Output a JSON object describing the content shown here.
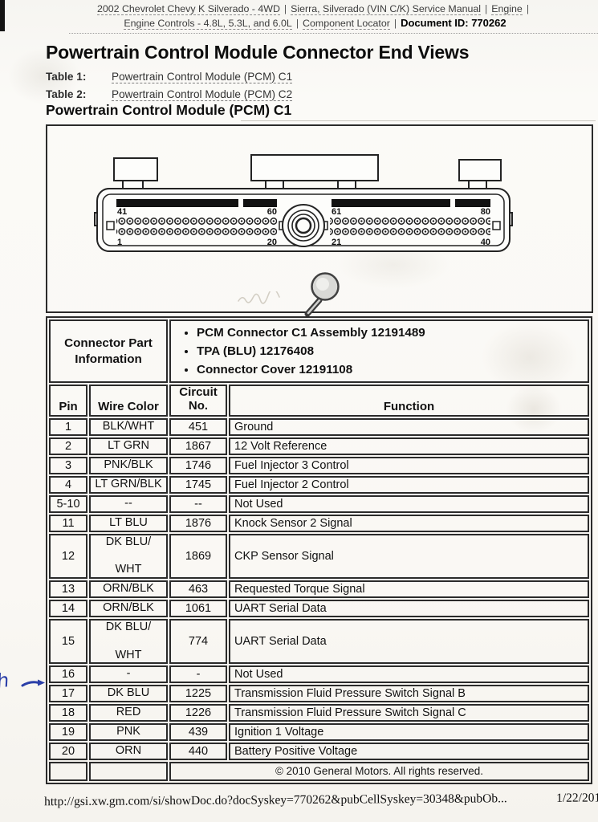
{
  "crumbs": {
    "l1a": "2002 Chevrolet Chevy K Silverado - 4WD",
    "l1b": "Sierra, Silverado (VIN C/K) Service Manual",
    "l1c": "Engine",
    "l2a": "Engine Controls - 4.8L, 5.3L, and 6.0L",
    "l2b": "Component Locator",
    "doc_id": "Document ID: 770262",
    "sep": "|"
  },
  "title": "Powertrain Control Module Connector End Views",
  "toc": {
    "t1_label": "Table 1:",
    "t1_link": "Powertrain Control Module (PCM) C1",
    "t2_label": "Table 2:",
    "t2_link": "Powertrain Control Module (PCM) C2"
  },
  "section_heading": "Powertrain Control Module (PCM) C1",
  "diagram": {
    "pin_labels": {
      "left_top_start": "41",
      "left_top_end": "60",
      "left_bottom_start": "1",
      "left_bottom_end": "20",
      "right_top_start": "61",
      "right_top_end": "80",
      "right_bottom_start": "21",
      "right_bottom_end": "40"
    }
  },
  "part_info": {
    "heading": "Connector Part\nInformation",
    "bullets": [
      "PCM Connector C1 Assembly 12191489",
      "TPA (BLU) 12176408",
      "Connector Cover 12191108"
    ]
  },
  "table": {
    "headers": {
      "pin": "Pin",
      "wire": "Wire Color",
      "circuit": "Circuit\nNo.",
      "function": "Function"
    },
    "rows": [
      {
        "pin": "1",
        "wire": "BLK/WHT",
        "circuit": "451",
        "function": "Ground"
      },
      {
        "pin": "2",
        "wire": "LT GRN",
        "circuit": "1867",
        "function": "12 Volt Reference"
      },
      {
        "pin": "3",
        "wire": "PNK/BLK",
        "circuit": "1746",
        "function": "Fuel Injector 3 Control"
      },
      {
        "pin": "4",
        "wire": "LT GRN/BLK",
        "circuit": "1745",
        "function": "Fuel Injector 2 Control"
      },
      {
        "pin": "5-10",
        "wire": "--",
        "circuit": "--",
        "function": "Not Used"
      },
      {
        "pin": "11",
        "wire": "LT BLU",
        "circuit": "1876",
        "function": "Knock Sensor 2 Signal"
      },
      {
        "pin": "12",
        "wire": "DK BLU/\n\nWHT",
        "circuit": "1869",
        "function": "CKP Sensor Signal"
      },
      {
        "pin": "13",
        "wire": "ORN/BLK",
        "circuit": "463",
        "function": "Requested Torque Signal"
      },
      {
        "pin": "14",
        "wire": "ORN/BLK",
        "circuit": "1061",
        "function": "UART Serial Data"
      },
      {
        "pin": "15",
        "wire": "DK BLU/\n\nWHT",
        "circuit": "774",
        "function": "UART Serial Data"
      },
      {
        "pin": "16",
        "wire": "-",
        "circuit": "-",
        "function": "Not Used"
      },
      {
        "pin": "17",
        "wire": "DK BLU",
        "circuit": "1225",
        "function": "Transmission Fluid Pressure Switch Signal B"
      },
      {
        "pin": "18",
        "wire": "RED",
        "circuit": "1226",
        "function": "Transmission Fluid Pressure Switch Signal C"
      },
      {
        "pin": "19",
        "wire": "PNK",
        "circuit": "439",
        "function": "Ignition 1 Voltage"
      },
      {
        "pin": "20",
        "wire": "ORN",
        "circuit": "440",
        "function": "Battery Positive Voltage"
      }
    ]
  },
  "copyright": "© 2010 General Motors.  All rights reserved.",
  "annotation": {
    "handwriting": "h"
  },
  "footer": {
    "url": "http://gsi.xw.gm.com/si/showDoc.do?docSyskey=770262&pubCellSyskey=30348&pubOb...",
    "date": "1/22/201"
  }
}
